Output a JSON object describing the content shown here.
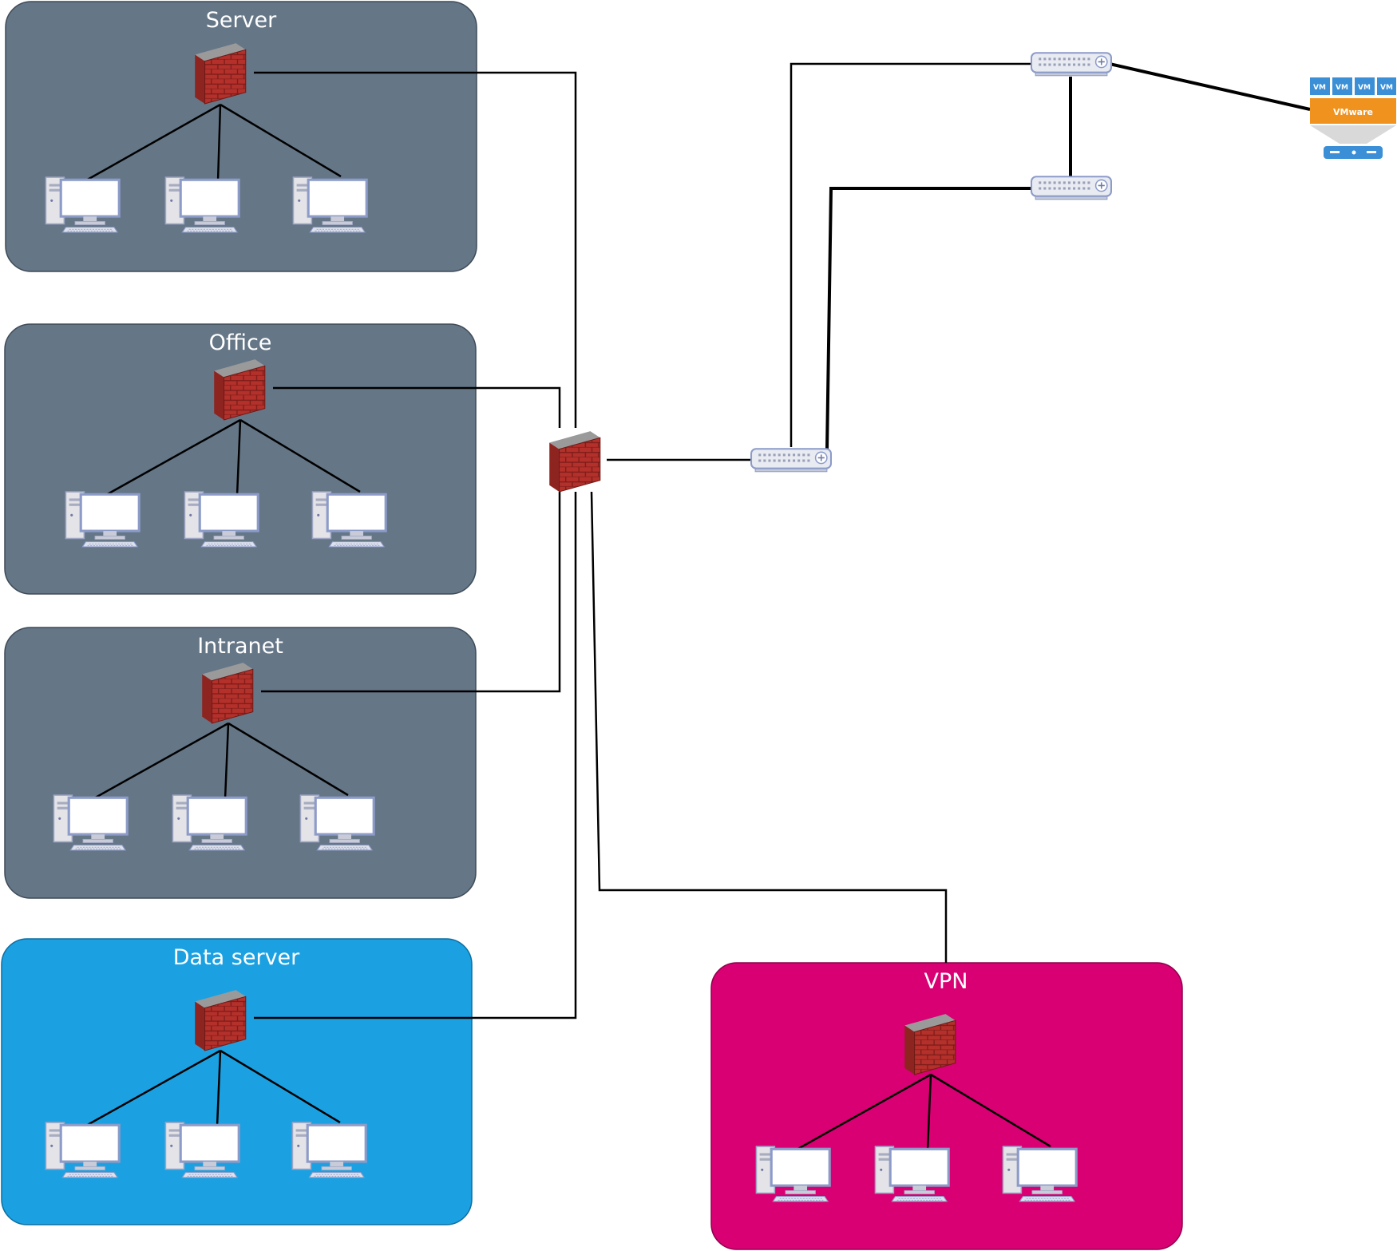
{
  "zones": [
    {
      "id": "server",
      "title": "Server",
      "color": "#657687"
    },
    {
      "id": "office",
      "title": "Office",
      "color": "#657687"
    },
    {
      "id": "intranet",
      "title": "Intranet",
      "color": "#657687"
    },
    {
      "id": "data-server",
      "title": "Data server",
      "color": "#1ba1e2"
    },
    {
      "id": "vpn",
      "title": "VPN",
      "color": "#d80073"
    }
  ],
  "hypervisor": {
    "vm_labels": [
      "VM",
      "VM",
      "VM",
      "VM"
    ],
    "product": "VMware"
  },
  "icons": {
    "firewall": "firewall-icon",
    "workstation": "workstation-icon",
    "switch": "switch-icon",
    "hypervisor": "vmware-icon"
  },
  "colors": {
    "line": "#000000",
    "brick": "#b22f2a",
    "monitor_frame": "#8c9bc8",
    "vmware_orange": "#f0921e",
    "vm_blue": "#3a8fd6"
  }
}
